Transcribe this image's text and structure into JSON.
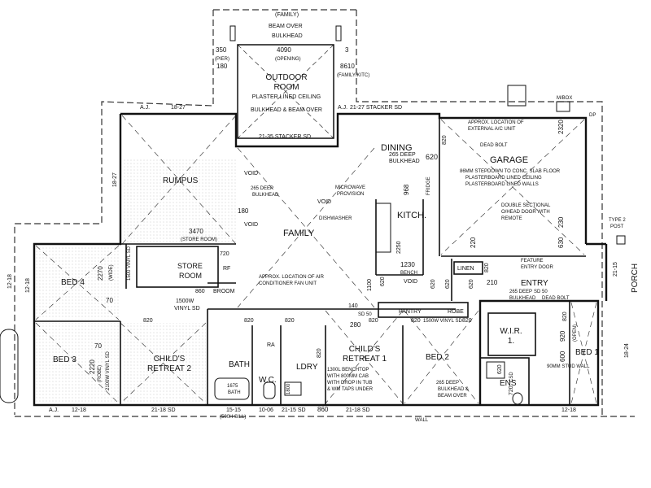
{
  "rooms": {
    "outdoor_room": [
      "OUTDOOR",
      "ROOM"
    ],
    "outdoor_ceiling": "PLASTER LINED CEILING",
    "dining": "DINING",
    "garage": "GARAGE",
    "rumpus": "RUMPUS",
    "family": "FAMILY",
    "kitch": "KITCH.",
    "bed4": "BED 4",
    "store_room": [
      "STORE",
      "ROOM"
    ],
    "bed3": "BED 3",
    "childs_retreat_2": [
      "CHILD'S",
      "RETREAT 2"
    ],
    "bath": "BATH",
    "wc": "W.C.",
    "ldry": "LDRY",
    "childs_retreat_1": [
      "CHILD'S",
      "RETREAT 1"
    ],
    "bed2": "BED 2",
    "wir": [
      "W.I.R.",
      "1."
    ],
    "ens": "ENS",
    "bed1": "BED 1",
    "entry": "ENTRY",
    "porch": "PORCH",
    "pantry": "PANTRY",
    "robe": "ROBE",
    "linen": "LINEN",
    "broom": "BROOM"
  },
  "notes": {
    "family_top": "(FAMILY)",
    "beam_over": "BEAM OVER",
    "bulkhead": "BULKHEAD",
    "dim_350": "350",
    "dim_4090": "4090",
    "dim_3": "3",
    "pier": "(PIER)",
    "opening": "(OPENING)",
    "dim_180": "180",
    "dim_8610": "8610",
    "family_kitch": "(FAMILY/KITC)",
    "bulkhead_beam_over": "BULKHEAD & BEAM OVER",
    "aj": "A.J.",
    "w_18_27": "18-27",
    "stacker_top": "21-27 STACKER SD",
    "stacker_outdoor": "21-35 STACKER SD",
    "mbox": "M/BOX",
    "dp": "DP",
    "w_18_27_left": "18-27",
    "w_12_18": "12-18",
    "w_12_18_bot": "12-18",
    "w_21_18_sd": "21-18 SD",
    "w_15_15": "15-15",
    "sill": "(500H SILL)",
    "w_10_06": "10-06",
    "w_21_15_sd": "21-15 SD",
    "w_21_18_sd_2": "21-18 SD",
    "w_12_18_right": "12-18",
    "w_18_24": "18-24",
    "w_21_15": "21-15",
    "w_12_18_leftv": "12-18",
    "d_3470": "3470",
    "store_room_dim": "(STORE ROOM)",
    "d_2270": "2270",
    "d_2220": "2220",
    "d_70": "70",
    "d_70b": "70",
    "wide_note": "(WIDE)",
    "robe_note": "(ROBE)",
    "vinyl_1500": "1500 VINYL SD",
    "vinyl_2100": "2100W VINYL SD",
    "vinyl_1500w": "1500W",
    "vinyl_sd": "VINYL SD",
    "d_720": "720",
    "d_860": "860",
    "d_820_a": "820",
    "d_820_b": "820",
    "d_820_c": "820",
    "d_820_d": "820",
    "d_820_e": "820",
    "d_820_f": "820",
    "d_820_g": "820",
    "d_820_h": "820",
    "d_820_i": "820",
    "d_820_j": "820",
    "d_620_a": "620",
    "d_620_b": "620",
    "d_620_c": "620",
    "d_620_d": "620",
    "d_620_e": "620",
    "d_620_f": "620",
    "d_180": "180",
    "void_1": "VOID",
    "void_2": "VOID",
    "void_3": "VOID",
    "void_4": "VOID",
    "deep_bulkhead": [
      "265 DEEP",
      "BULKHEAD"
    ],
    "deep_bulkhead_dining": [
      "265 DEEP",
      "BULKHEAD"
    ],
    "microwave": [
      "MICROWAVE",
      "PROVISION"
    ],
    "dishwasher": "DISHWASHER",
    "d_968": "968",
    "fridge": "FRIDGE",
    "d_2250": "2250",
    "d_1230": "1230",
    "benchtop_kitch": "BENCH",
    "air_con": [
      "APPROX. LOCATION OF AIR",
      "CONDITIONER FAN UNIT"
    ],
    "d_1100": "1100",
    "d_140": "140",
    "sd_50": "SD 50",
    "d_280": "280",
    "vinyl_sd_1500": "1500W VINYL SD",
    "ac_unit": [
      "APPROX. LOCATION OF",
      "EXTERNAL A/C UNIT"
    ],
    "dead_bolt": "DEAD BOLT",
    "garage_notes": [
      "86MM STEPDOWN TO CONC. SLAB FLOOR",
      "PLASTERBOARD LINED CEILING",
      "PLASTERBOARD LINED WALLS"
    ],
    "garage_door": [
      "DOUBLE SECTIONAL",
      "O/HEAD DOOR WITH",
      "REMOTE"
    ],
    "d_2320": "2320",
    "d_230": "230",
    "d_630": "630",
    "d_220": "220",
    "feature_door": [
      "FEATURE",
      "ENTRY DOOR"
    ],
    "d_210": "210",
    "entry_bulkhead": [
      "265 DEEP",
      "BULKHEAD"
    ],
    "entry_deadbolt": "DEAD BOLT",
    "sd_50b": "SD 50",
    "type2_post": [
      "TYPE 2",
      "POST"
    ],
    "d_920": "920",
    "d_600": "600",
    "open_note": "(OPEN)",
    "stud_wall": "90MM STUD WALL",
    "d_720b": "720",
    "csd": "CSD",
    "ens_bulkhead": [
      "265 DEEP",
      "BULKHEAD &",
      "BEAM OVER"
    ],
    "benchtop_ldry": [
      "1300L BENCHTOP",
      "WITH 800MM CAB",
      "WITH DROP IN TUB",
      "& WM TAPS UNDER"
    ],
    "bath_1675": "1675",
    "bath_label": "BATH",
    "ra": "RA",
    "rf": "RF",
    "wall": "WALL",
    "d_1800": "1800",
    "d_860b": "860"
  }
}
